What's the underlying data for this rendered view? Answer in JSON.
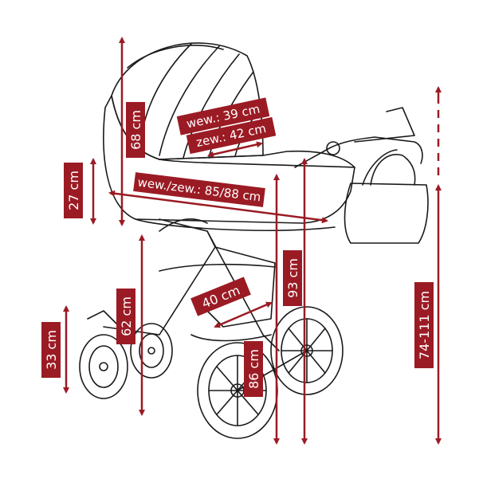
{
  "colors": {
    "accent": "#9b1b24",
    "line": "#1a1a1a",
    "background": "#ffffff"
  },
  "labels": {
    "canopy_height": "68 cm",
    "side_height": "27 cm",
    "width_inner": "wew.: 39 cm",
    "width_outer": "zew.: 42 cm",
    "length": "wew./zew.: 85/88 cm",
    "seat_depth": "40 cm",
    "frame_height": "62 cm",
    "front_wheel": "33 cm",
    "rear_height": "86 cm",
    "handle_height": "93 cm",
    "handle_range": "74-111 cm"
  }
}
